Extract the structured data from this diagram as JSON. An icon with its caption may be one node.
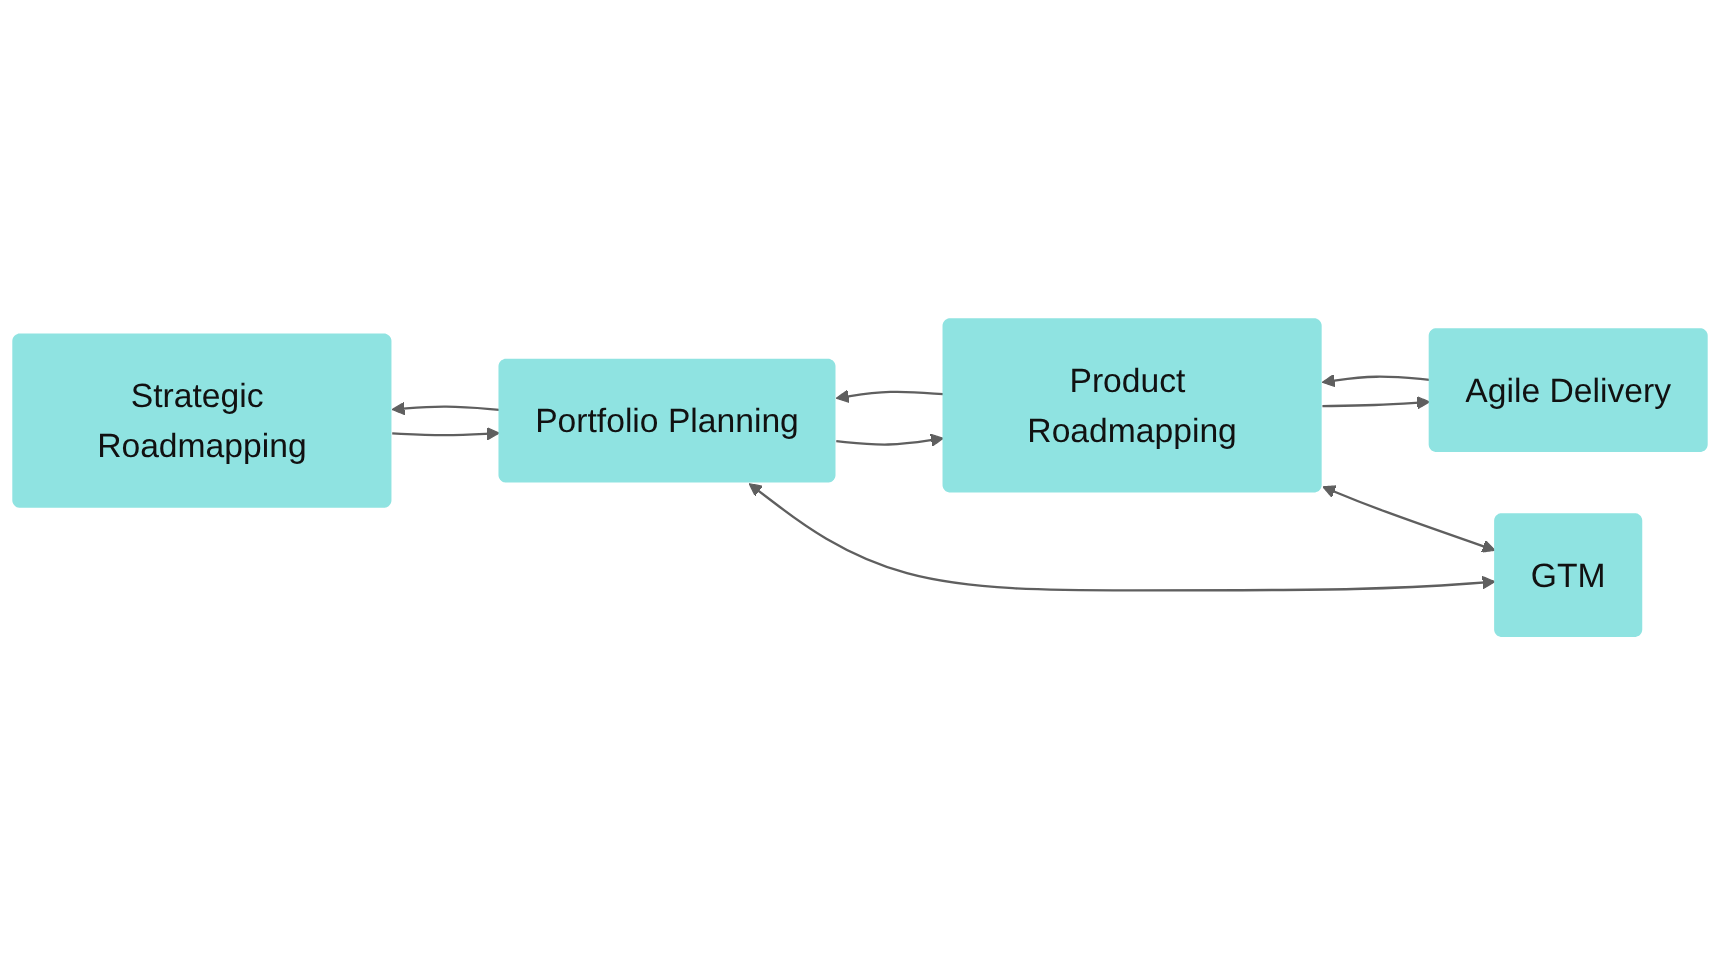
{
  "diagram": {
    "nodes": [
      {
        "text": [
          "Strategic Roadmapping"
        ]
      },
      {
        "text": [
          "Portfolio Planning"
        ]
      },
      {
        "text": [
          "Product Roadmapping"
        ]
      },
      {
        "text": [
          "Agile Delivery"
        ]
      },
      {
        "text": [
          "GTM"
        ]
      }
    ],
    "edges": [
      {
        "from": 0,
        "to": 1,
        "arrow": "to"
      },
      {
        "from": 1,
        "to": 2,
        "arrow": "to"
      },
      {
        "from": 2,
        "to": 3,
        "arrow": "to"
      },
      {
        "from": 3,
        "to": 2,
        "arrow": "to"
      },
      {
        "from": 2,
        "to": 1,
        "arrow": "to"
      },
      {
        "from": 1,
        "to": 0,
        "arrow": "to"
      },
      {
        "from": 1,
        "to": 4,
        "arrow": "both"
      },
      {
        "from": 2,
        "to": 4,
        "arrow": "both"
      }
    ]
  }
}
